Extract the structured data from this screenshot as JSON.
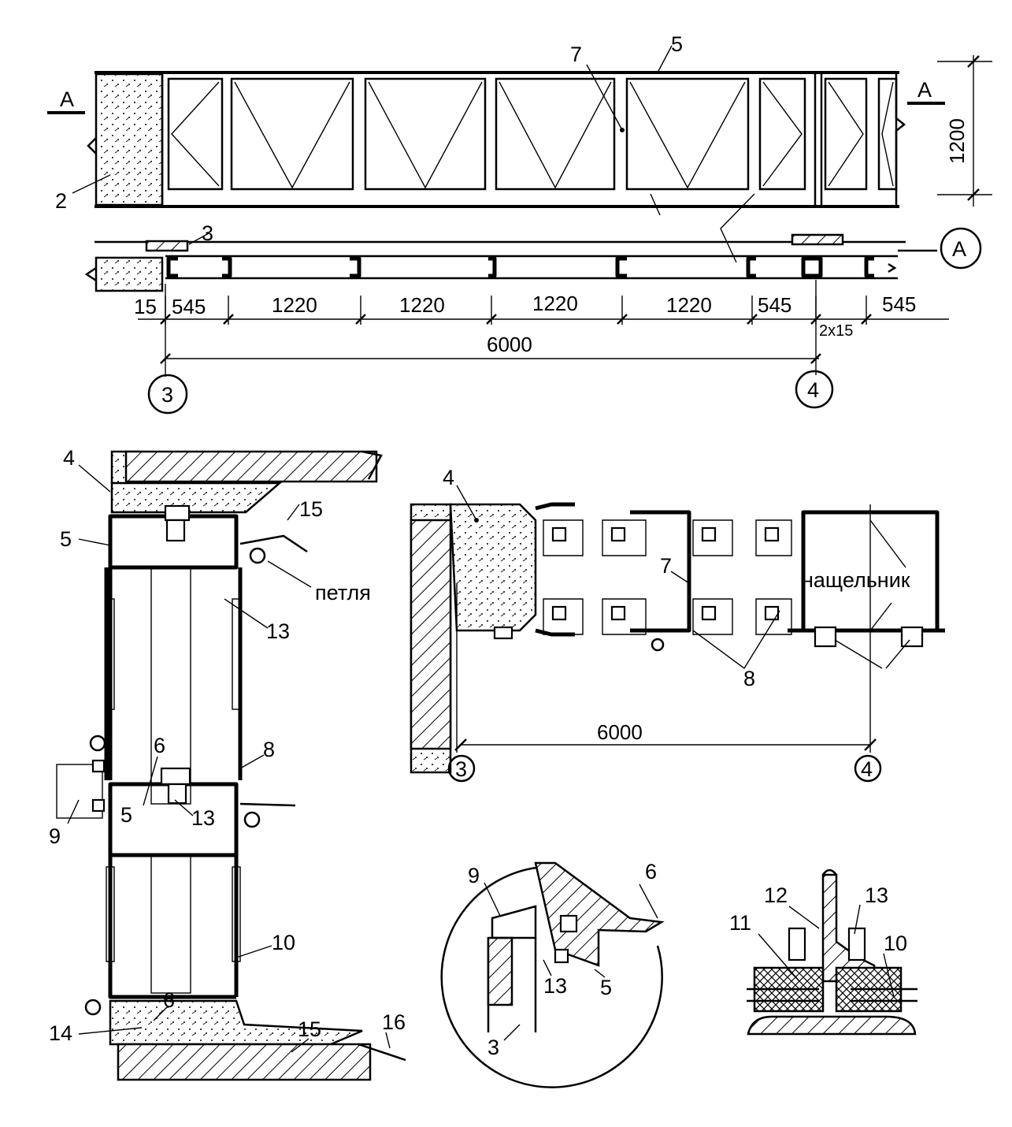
{
  "elevation": {
    "section_marker": "А",
    "height_dim": "1200",
    "callouts": {
      "c2": "2",
      "c5": "5",
      "c7": "7"
    }
  },
  "plan": {
    "section_marker": "А",
    "callout_3": "3",
    "dims": [
      "15",
      "545",
      "1220",
      "1220",
      "1220",
      "1220",
      "545",
      "545"
    ],
    "joint_dim": "2x15",
    "overall_dim": "6000",
    "axis_left": "3",
    "axis_right": "4"
  },
  "section": {
    "callouts": {
      "c4": "4",
      "c5_top": "5",
      "c15_top": "15",
      "loop": "петля",
      "c13_a": "13",
      "c6_mid": "6",
      "c8": "8",
      "c5_mid": "5",
      "c13_mid": "13",
      "c9": "9",
      "c10": "10",
      "c6_bot": "6",
      "c15_bot": "15",
      "c14": "14",
      "c16": "16"
    }
  },
  "plan_detail": {
    "callouts": {
      "c4": "4",
      "c7": "7",
      "strip": "нащельник",
      "c8": "8"
    },
    "overall_dim": "6000",
    "axis_left": "3",
    "axis_right": "4"
  },
  "node_detail": {
    "callouts": {
      "c9": "9",
      "c6": "6",
      "c13": "13",
      "c5": "5",
      "c3": "3"
    }
  },
  "joint_detail": {
    "callouts": {
      "c12": "12",
      "c13": "13",
      "c11": "11",
      "c10": "10"
    }
  }
}
